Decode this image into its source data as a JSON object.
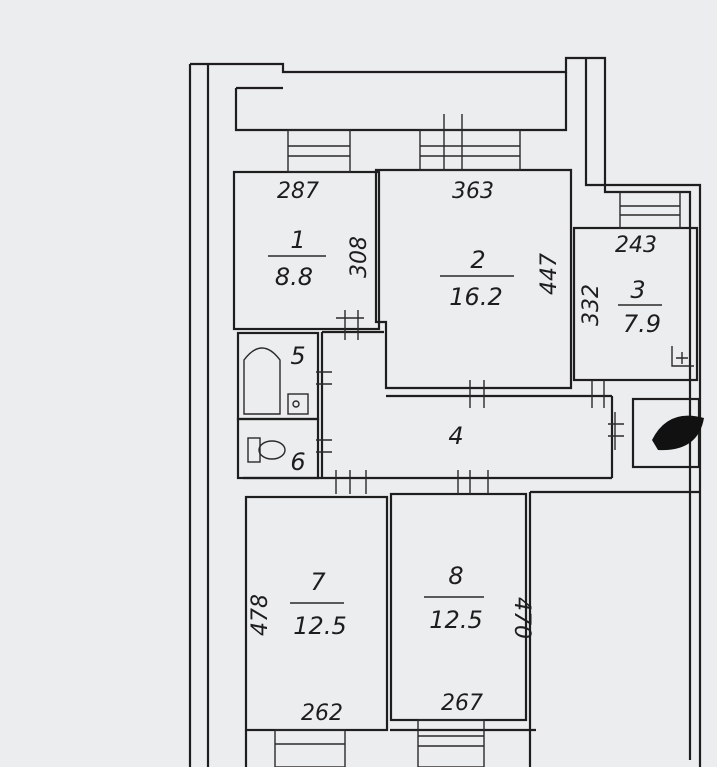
{
  "rooms": [
    {
      "number": "1",
      "area": "8.8"
    },
    {
      "number": "2",
      "area": "16.2"
    },
    {
      "number": "3",
      "area": "7.9"
    },
    {
      "number": "4"
    },
    {
      "number": "5"
    },
    {
      "number": "6"
    },
    {
      "number": "7",
      "area": "12.5"
    },
    {
      "number": "8",
      "area": "12.5"
    }
  ],
  "dimensions": {
    "room1_width": "287",
    "room1_length": "308",
    "room2_width": "363",
    "room2_length": "447",
    "room3_width": "243",
    "room3_length": "332",
    "room7_length": "478",
    "room7_width": "262",
    "room8_width": "267",
    "room8_length": "470"
  },
  "colors": {
    "paper": "#ecedee",
    "ink": "#1e1e1e"
  }
}
